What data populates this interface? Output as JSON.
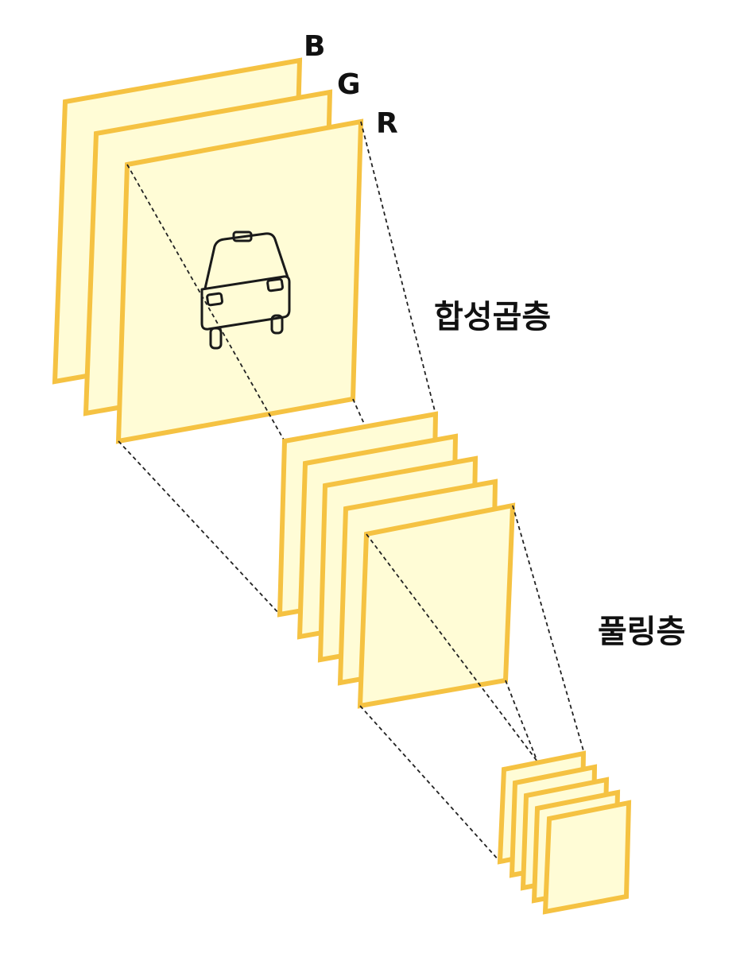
{
  "input_channels": [
    {
      "id": "b",
      "label": "B"
    },
    {
      "id": "g",
      "label": "G"
    },
    {
      "id": "r",
      "label": "R"
    }
  ],
  "layers": {
    "convolution_label": "합성곱층",
    "pooling_label": "풀링층"
  },
  "icons": {
    "input_image": "car-icon"
  },
  "colors": {
    "plane_fill": "#fffcd6",
    "plane_stroke": "#f5c242",
    "guide_line": "#222222",
    "text": "#111111"
  }
}
